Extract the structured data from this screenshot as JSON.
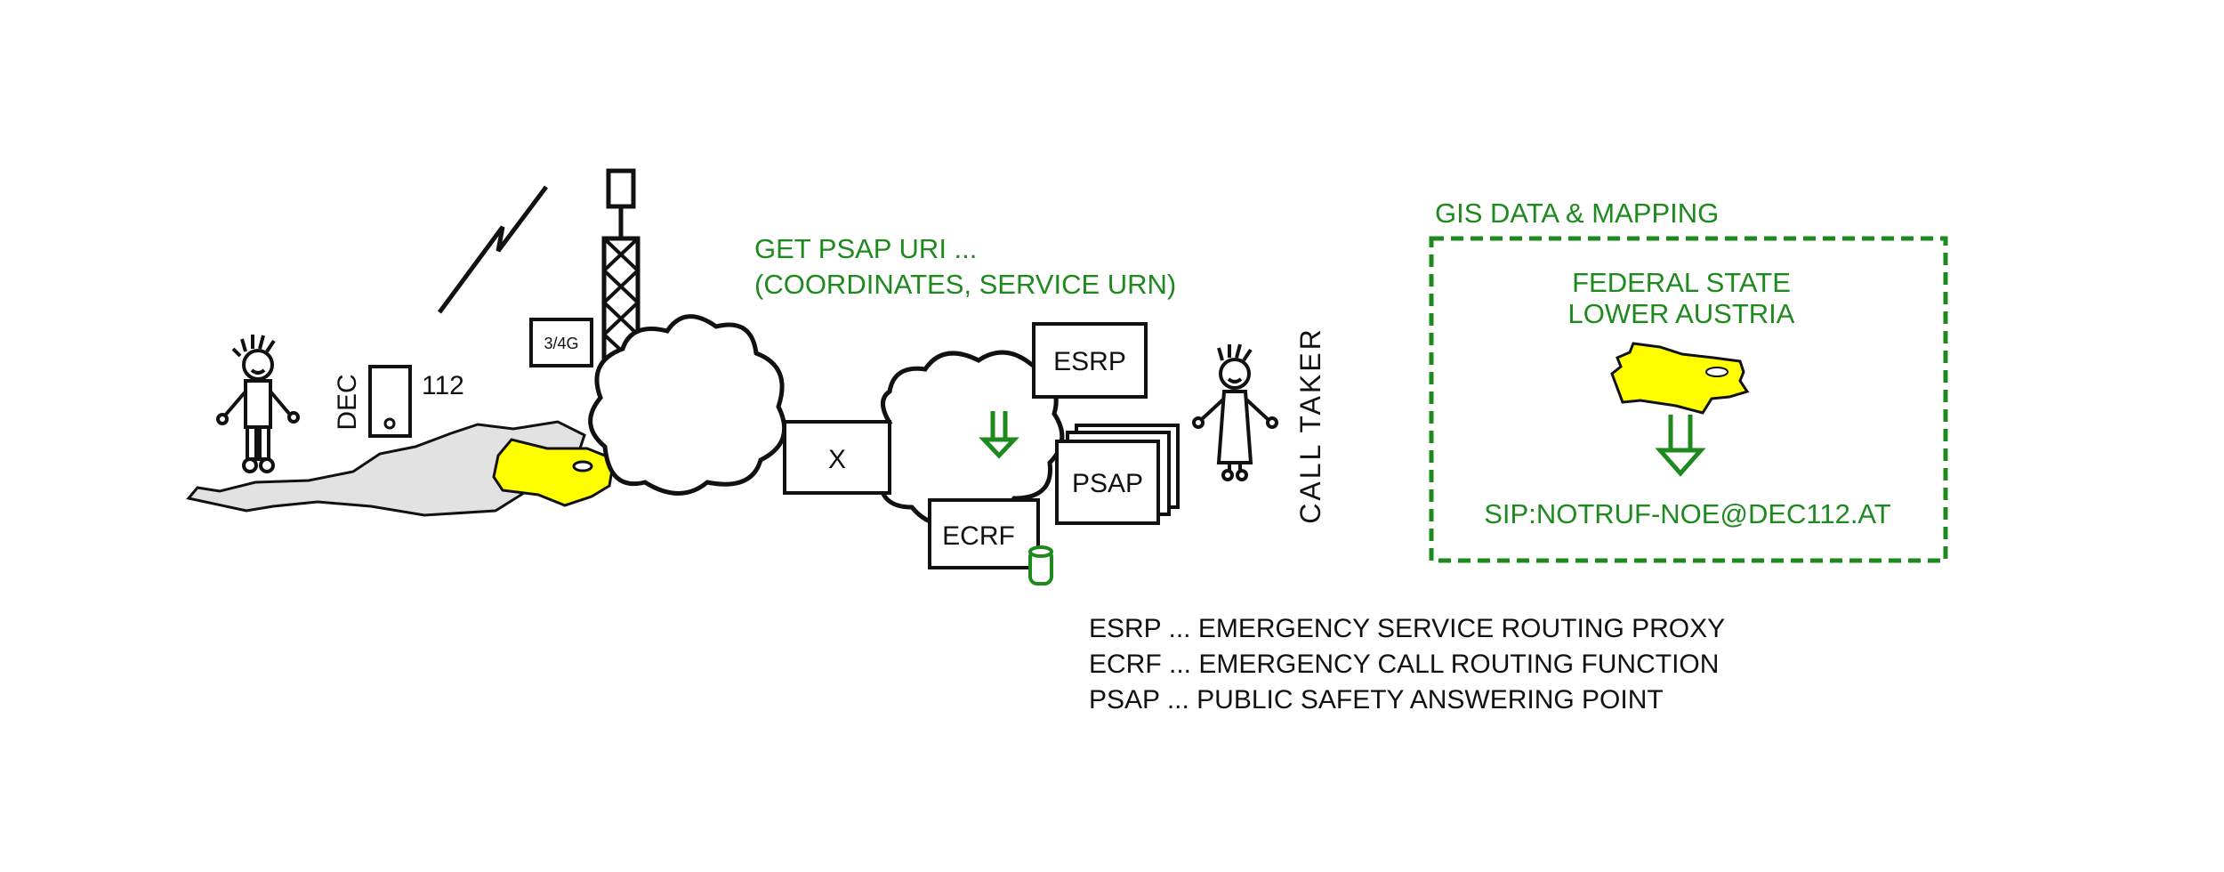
{
  "colors": {
    "ink": "#111111",
    "green": "#1e8a1e",
    "highlight_yellow": "#ffff00",
    "map_gray": "#e2e2e2"
  },
  "caller": {
    "device_label": "DEC",
    "dialed_number": "112"
  },
  "network": {
    "radio_label": "3/4G",
    "gateway_label": "X",
    "esrp_label": "ESRP",
    "psap_label": "PSAP",
    "ecrf_label": "ECRF"
  },
  "query": {
    "line1": "GET PSAP URI ...",
    "line2": "(COORDINATES, SERVICE URN)"
  },
  "call_taker_label": "CALL TAKER",
  "gis": {
    "title": "GIS DATA & MAPPING",
    "region_line1": "FEDERAL STATE",
    "region_line2": "LOWER AUSTRIA",
    "result_uri": "SIP:NOTRUF-NOE@DEC112.AT"
  },
  "legend": [
    "ESRP ... EMERGENCY SERVICE ROUTING PROXY",
    "ECRF ... EMERGENCY CALL ROUTING FUNCTION",
    "PSAP ... PUBLIC SAFETY ANSWERING POINT"
  ]
}
